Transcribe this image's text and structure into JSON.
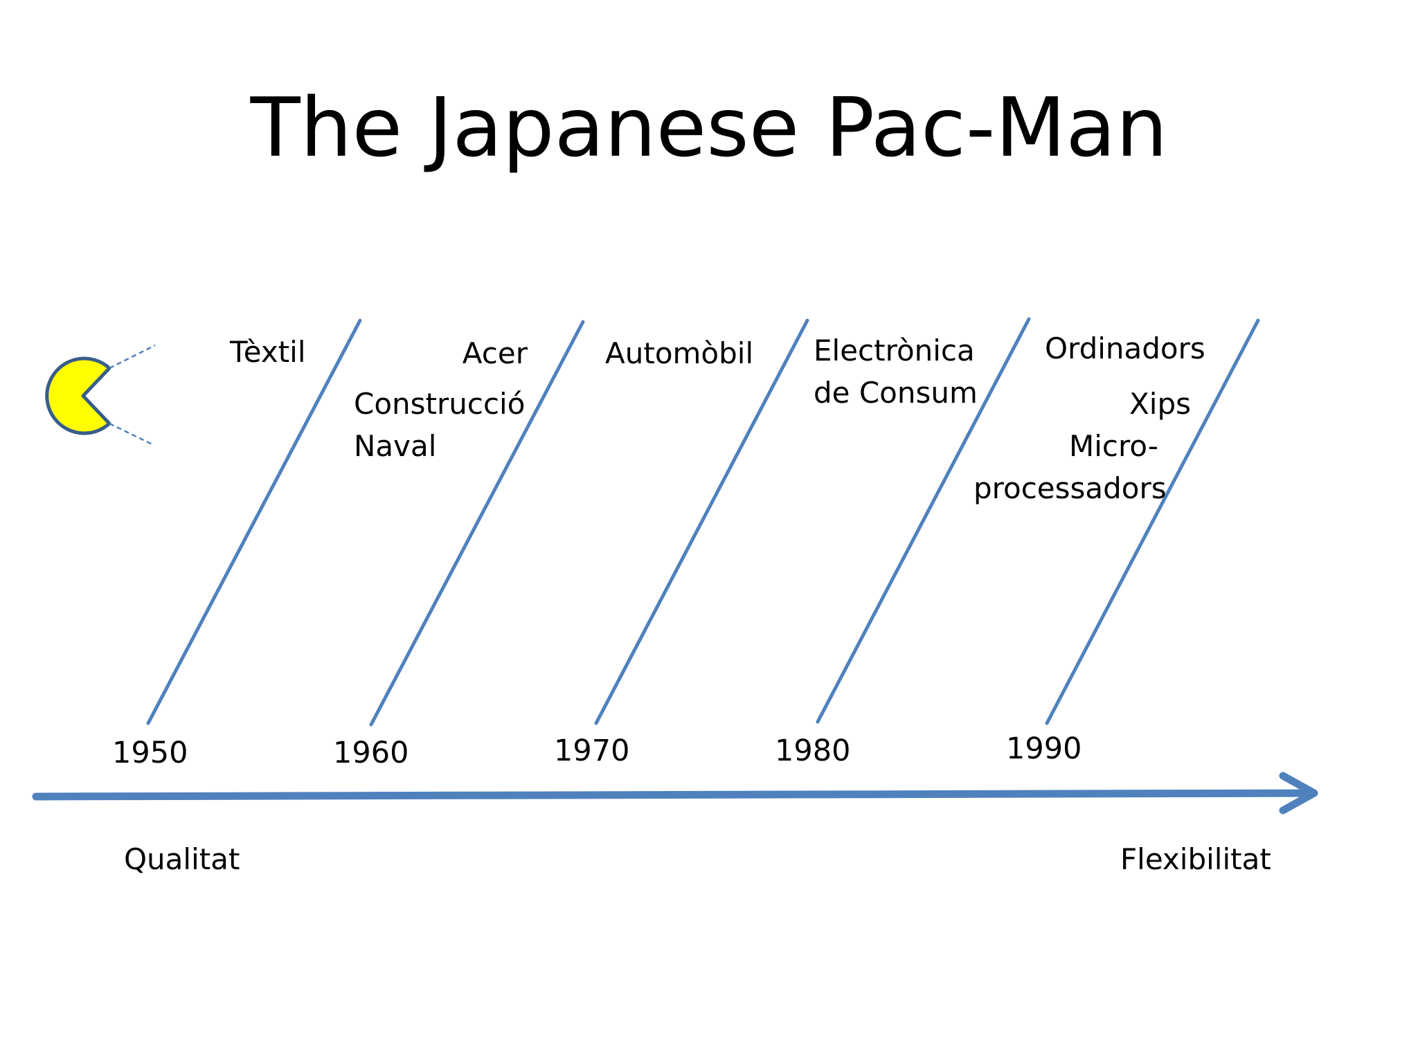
{
  "title": "The Japanese Pac-Man",
  "icon": "pacman-icon",
  "colors": {
    "line": "#4F81BD",
    "pacman_fill": "#FFFF00",
    "pacman_stroke": "#385D8A"
  },
  "periods": [
    {
      "year": "1950",
      "industries": [
        "Tèxtil"
      ]
    },
    {
      "year": "1960",
      "industries": [
        "Acer",
        "Construcció",
        "Naval"
      ]
    },
    {
      "year": "1970",
      "industries": [
        "Automòbil"
      ]
    },
    {
      "year": "1980",
      "industries": [
        "Electrònica",
        "de Consum"
      ]
    },
    {
      "year": "1990",
      "industries": [
        "Ordinadors",
        "Xips",
        "Micro-",
        "processadors"
      ]
    }
  ],
  "axis": {
    "start_label": "Qualitat",
    "end_label": "Flexibilitat"
  }
}
